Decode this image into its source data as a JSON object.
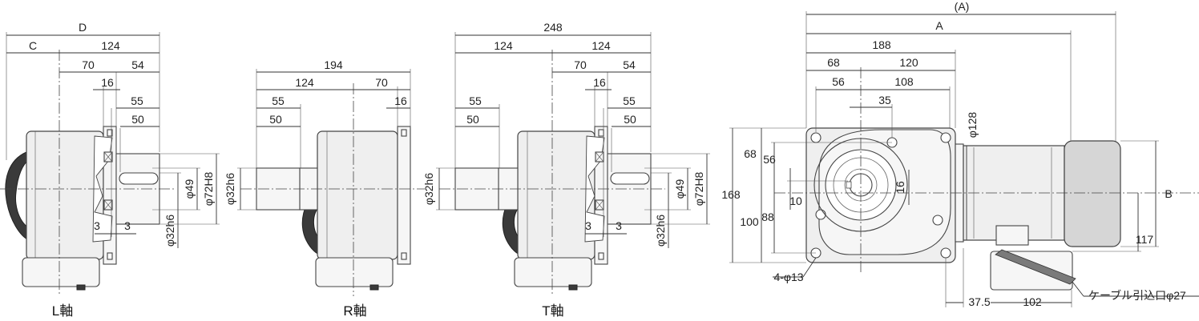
{
  "views": {
    "l_shaft": "L軸",
    "r_shaft": "R軸",
    "t_shaft": "T軸"
  },
  "dims": {
    "D": "D",
    "C": "C",
    "d124": "124",
    "d70": "70",
    "d54": "54",
    "d16": "16",
    "d55": "55",
    "d50": "50",
    "d3": "3",
    "d194": "194",
    "d248": "248",
    "phi49": "φ49",
    "phi72H8": "φ72H8",
    "phi32h6": "φ32h6",
    "paren_A": "(A)",
    "A": "A",
    "d188": "188",
    "d68": "68",
    "d120": "120",
    "d56": "56",
    "d108": "108",
    "d35": "35",
    "phi128": "φ128",
    "d168": "168",
    "d100": "100",
    "d88": "88",
    "d10": "10",
    "B": "B",
    "d117": "117",
    "holes": "4-φ13",
    "d37_5": "37.5",
    "d102": "102",
    "cable": "ケーブル引込口φ27"
  }
}
